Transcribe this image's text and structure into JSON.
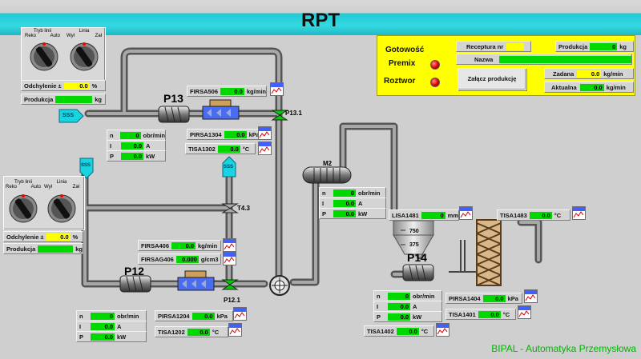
{
  "title": "RPT",
  "footer": "BIPAL - Automatyka Przemysłowa",
  "sss_labels": {
    "left": "SSS",
    "top1": "SSS",
    "top2": "SSS"
  },
  "panel1": {
    "mode_label": "Tryb linii",
    "mode_left": "Reko",
    "mode_right": "Auto",
    "line_label": "Linia",
    "line_left": "Wył",
    "line_right": "Zał",
    "dev_label": "Odchylenie ±",
    "dev_value": "0.0",
    "dev_unit": "%",
    "prod_label": "Produkcja",
    "prod_unit": "kg"
  },
  "panel2": {
    "mode_label": "Tryb linii",
    "mode_left": "Reko",
    "mode_right": "Auto",
    "line_label": "Linia",
    "line_left": "Wył",
    "line_right": "Zał",
    "dev_label": "Odchylenie ±",
    "dev_value": "0.0",
    "dev_unit": "%",
    "prod_label": "Produkcja",
    "prod_unit": "kg"
  },
  "yellow": {
    "gotowosc": "Gotowość",
    "premix": "Premix",
    "roztwor": "Roztwor",
    "receptura_label": "Receptura nr",
    "nazwa_label": "Nazwa",
    "produkcja_label": "Produkcja",
    "produkcja_value": "0",
    "produkcja_unit": "kg",
    "button": "Załącz produkcję",
    "zadana_label": "Zadana",
    "zadana_value": "0.0",
    "zadana_unit": "kg/min",
    "aktualna_label": "Aktualna",
    "aktualna_value": "0.0",
    "aktualna_unit": "kg/min"
  },
  "pumps": {
    "p13": "P13",
    "p12": "P12",
    "p14": "P14",
    "m2": "M2"
  },
  "valves": {
    "p131": "P13.1",
    "t43": "T4.3",
    "p121": "P12.1"
  },
  "tank_levels": {
    "upper": "750",
    "lower": "375"
  },
  "p13": {
    "n_label": "n",
    "n_value": "0",
    "n_unit": "obr/min",
    "i_label": "I",
    "i_value": "0.0",
    "i_unit": "A",
    "p_label": "P",
    "p_value": "0.0",
    "p_unit": "kW",
    "firsa_label": "FIRSA506",
    "firsa_value": "0.0",
    "firsa_unit": "kg/min",
    "pirsa_label": "PIRSA1304",
    "pirsa_value": "0.0",
    "pirsa_unit": "kPa",
    "tisa_label": "TISA1302",
    "tisa_value": "0.0",
    "tisa_unit": "°C"
  },
  "m2": {
    "n_label": "n",
    "n_value": "0",
    "n_unit": "obr/min",
    "i_label": "I",
    "i_value": "0.0",
    "i_unit": "A",
    "p_label": "P",
    "p_value": "0.0",
    "p_unit": "kW"
  },
  "firsa406": {
    "label": "FIRSA406",
    "value": "0.0",
    "unit": "kg/min"
  },
  "firsag406": {
    "label": "FIRSAG406",
    "value": "0.000",
    "unit": "g/cm3"
  },
  "p12": {
    "n_label": "n",
    "n_value": "0",
    "n_unit": "obr/min",
    "i_label": "I",
    "i_value": "0.0",
    "i_unit": "A",
    "p_label": "P",
    "p_value": "0.0",
    "p_unit": "kW",
    "pirsa_label": "PIRSA1204",
    "pirsa_value": "0.0",
    "pirsa_unit": "kPa",
    "tisa_label": "TISA1202",
    "tisa_value": "0.0",
    "tisa_unit": "°C"
  },
  "lisa1481": {
    "label": "LISA1481",
    "value": "0",
    "unit": "mm"
  },
  "tisa1483": {
    "label": "TISA1483",
    "value": "0.0",
    "unit": "°C"
  },
  "p14": {
    "n_label": "n",
    "n_value": "0",
    "n_unit": "obr/min",
    "i_label": "I",
    "i_value": "0.0",
    "i_unit": "A",
    "p_label": "P",
    "p_value": "0.0",
    "p_unit": "kW",
    "pirsa_label": "PIRSA1404",
    "pirsa_value": "0.0",
    "pirsa_unit": "kPa",
    "tisa1401_label": "TISA1401",
    "tisa1401_value": "0.0",
    "tisa1401_unit": "°C",
    "tisa1402_label": "TISA1402",
    "tisa1402_value": "0.0",
    "tisa1402_unit": "°C"
  },
  "colors": {
    "value_bg": "#00d800",
    "highlight": "#ffff00",
    "title_bar": "#21c9d4",
    "lamp": "#e00000",
    "footer": "#00b400"
  },
  "icons": {
    "trend": "trend-chart-icon",
    "knob": "rotary-switch-icon",
    "lamp": "status-lamp-icon",
    "sss": "sss-flow-arrow-icon"
  }
}
